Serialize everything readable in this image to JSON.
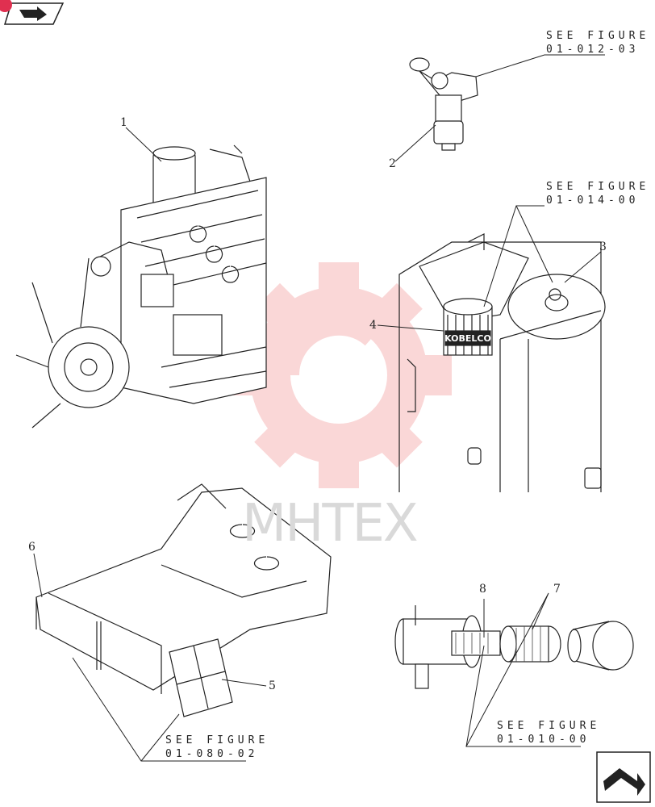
{
  "callouts": {
    "fig_012_03": {
      "line1": "SEE FIGURE",
      "line2": "01-012-03"
    },
    "fig_014_00": {
      "line1": "SEE FIGURE",
      "line2": "01-014-00"
    },
    "fig_080_02": {
      "line1": "SEE FIGURE",
      "line2": "01-080-02"
    },
    "fig_010_00": {
      "line1": "SEE FIGURE",
      "line2": "01-010-00"
    }
  },
  "item_numbers": [
    "1",
    "2",
    "3",
    "4",
    "5",
    "6",
    "7",
    "8"
  ],
  "filter_brand": "KOBELCO",
  "watermark": {
    "text": "MHTEX",
    "color": "#f4a8a8"
  },
  "nav": {
    "prev_icon": "arrow-prev-icon",
    "next_icon": "arrow-next-icon"
  }
}
